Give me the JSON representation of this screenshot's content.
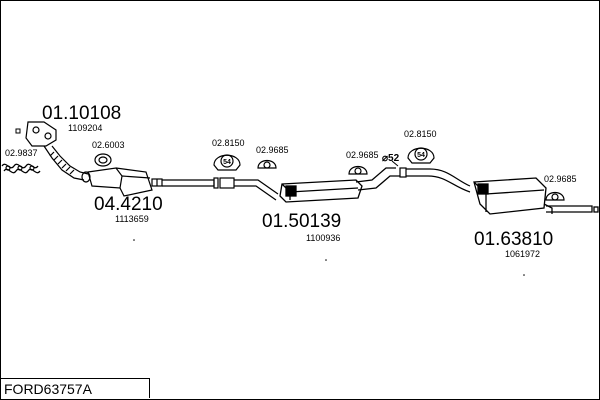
{
  "diagram": {
    "title": "FORD63757A",
    "parts": [
      {
        "id": "p1",
        "code": "01.10108",
        "ref": "1109204"
      },
      {
        "id": "p2",
        "code": "04.4210",
        "ref": "1113659"
      },
      {
        "id": "p3",
        "code": "01.50139",
        "ref": "1100936"
      },
      {
        "id": "p4",
        "code": "01.63810",
        "ref": "1061972"
      }
    ],
    "accessories": [
      {
        "id": "a1",
        "code": "02.9837"
      },
      {
        "id": "a2",
        "code": "02.6003"
      },
      {
        "id": "a3",
        "code": "02.8150"
      },
      {
        "id": "a4",
        "code": "02.9685"
      },
      {
        "id": "a5",
        "code": "02.9685"
      },
      {
        "id": "a6",
        "code": "02.8150"
      },
      {
        "id": "a7",
        "code": "02.9685"
      }
    ],
    "clamp_badge": "54",
    "diameter_label": "⌀52"
  }
}
